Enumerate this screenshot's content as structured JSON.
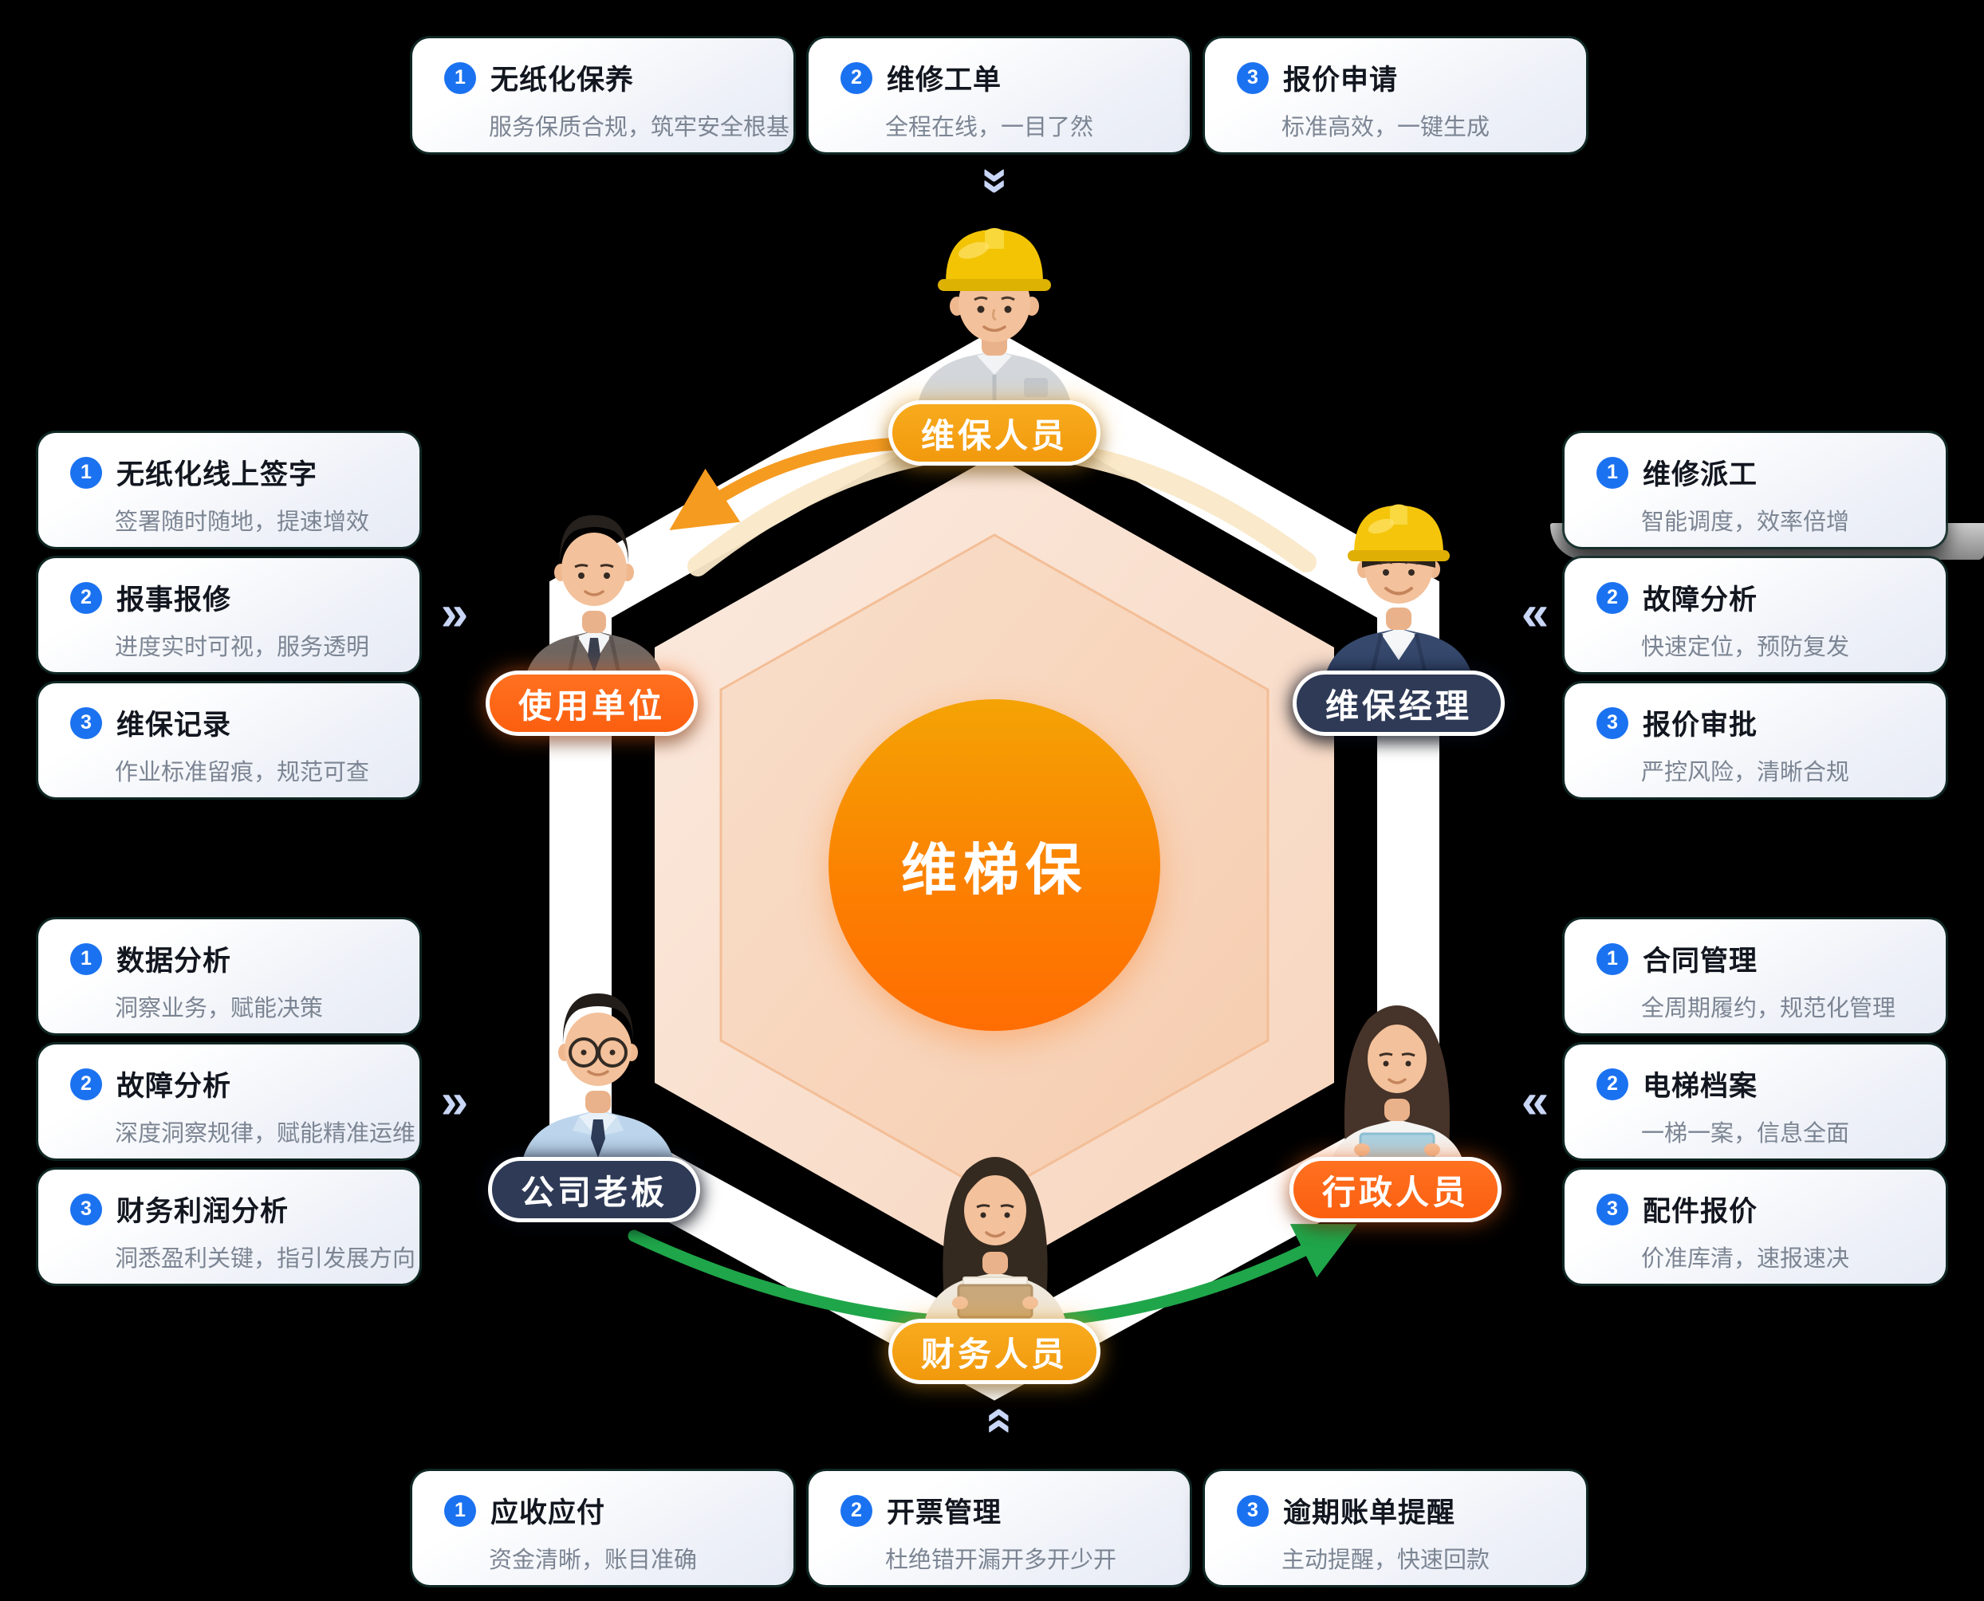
{
  "center": {
    "label": "维梯保"
  },
  "roles": [
    {
      "id": "maintenance-staff",
      "label": "维保人员"
    },
    {
      "id": "client-unit",
      "label": "使用单位"
    },
    {
      "id": "maintenance-manager",
      "label": "维保经理"
    },
    {
      "id": "company-boss",
      "label": "公司老板"
    },
    {
      "id": "admin-staff",
      "label": "行政人员"
    },
    {
      "id": "finance-staff",
      "label": "财务人员"
    }
  ],
  "cards": {
    "top": [
      {
        "num": "1",
        "title": "无纸化保养",
        "desc": "服务保质合规，筑牢安全根基"
      },
      {
        "num": "2",
        "title": "维修工单",
        "desc": "全程在线，一目了然"
      },
      {
        "num": "3",
        "title": "报价申请",
        "desc": "标准高效，一键生成"
      }
    ],
    "left_upper": [
      {
        "num": "1",
        "title": "无纸化线上签字",
        "desc": "签署随时随地，提速增效"
      },
      {
        "num": "2",
        "title": "报事报修",
        "desc": "进度实时可视，服务透明"
      },
      {
        "num": "3",
        "title": "维保记录",
        "desc": "作业标准留痕，规范可查"
      }
    ],
    "right_upper": [
      {
        "num": "1",
        "title": "维修派工",
        "desc": "智能调度，效率倍增"
      },
      {
        "num": "2",
        "title": "故障分析",
        "desc": "快速定位，预防复发"
      },
      {
        "num": "3",
        "title": "报价审批",
        "desc": "严控风险，清晰合规"
      }
    ],
    "left_lower": [
      {
        "num": "1",
        "title": "数据分析",
        "desc": "洞察业务，赋能决策"
      },
      {
        "num": "2",
        "title": "故障分析",
        "desc": "深度洞察规律，赋能精准运维"
      },
      {
        "num": "3",
        "title": "财务利润分析",
        "desc": "洞悉盈利关键，指引发展方向"
      }
    ],
    "right_lower": [
      {
        "num": "1",
        "title": "合同管理",
        "desc": "全周期履约，规范化管理"
      },
      {
        "num": "2",
        "title": "电梯档案",
        "desc": "一梯一案，信息全面"
      },
      {
        "num": "3",
        "title": "配件报价",
        "desc": "价准库清，速报速决"
      }
    ],
    "bottom": [
      {
        "num": "1",
        "title": "应收应付",
        "desc": "资金清晰，账目准确"
      },
      {
        "num": "2",
        "title": "开票管理",
        "desc": "杜绝错开漏开多开少开"
      },
      {
        "num": "3",
        "title": "逾期账单提醒",
        "desc": "主动提醒，快速回款"
      }
    ]
  },
  "glyphs": {
    "chevron_right": "»",
    "chevron_left": "«"
  },
  "colors": {
    "badge_blue": "#1B72F0",
    "pill_amber": "#F6A21B",
    "pill_orange": "#FF671A",
    "pill_navy": "#2E3A56",
    "arrow_green": "#1FA64A",
    "arrow_orange": "#F59B20",
    "arc_cream": "#FAE8C7",
    "chevron": "#C9D6F6",
    "circle_gradient_top": "#F4A304",
    "circle_gradient_bottom": "#FF6D02"
  }
}
